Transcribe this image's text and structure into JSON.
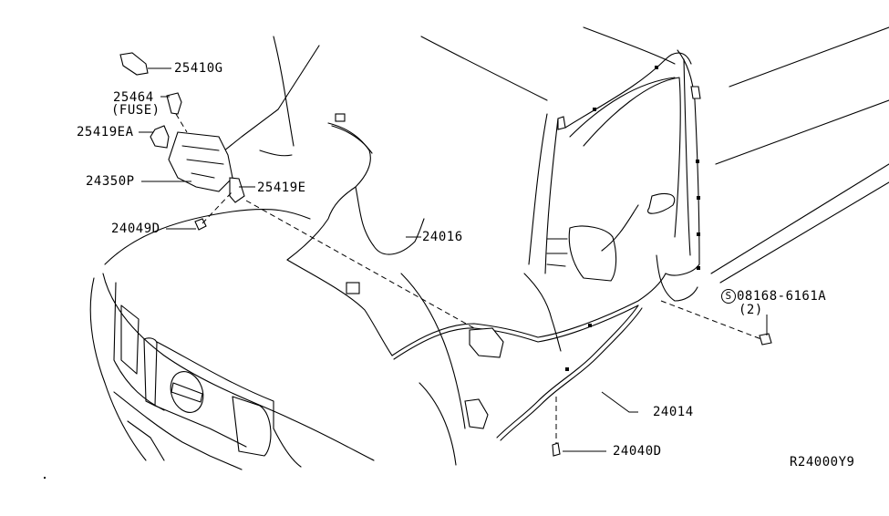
{
  "diagram": {
    "type": "parts-exploded-view",
    "subject": "Front wiring harness / engine room harness",
    "drawing_code": "R24000Y9",
    "callouts": [
      {
        "id": "c-25410G",
        "part_number": "25410G",
        "note": ""
      },
      {
        "id": "c-25464",
        "part_number": "25464",
        "note": "(FUSE)"
      },
      {
        "id": "c-25419EA",
        "part_number": "25419EA",
        "note": ""
      },
      {
        "id": "c-24350P",
        "part_number": "24350P",
        "note": ""
      },
      {
        "id": "c-25419E",
        "part_number": "25419E",
        "note": ""
      },
      {
        "id": "c-24049D",
        "part_number": "24049D",
        "note": ""
      },
      {
        "id": "c-24016",
        "part_number": "24016",
        "note": ""
      },
      {
        "id": "c-08168-6161A",
        "part_number": "08168-6161A",
        "note": "(2)",
        "prefix_symbol": "S"
      },
      {
        "id": "c-24014",
        "part_number": "24014",
        "note": ""
      },
      {
        "id": "c-24040D",
        "part_number": "24040D",
        "note": ""
      }
    ]
  }
}
